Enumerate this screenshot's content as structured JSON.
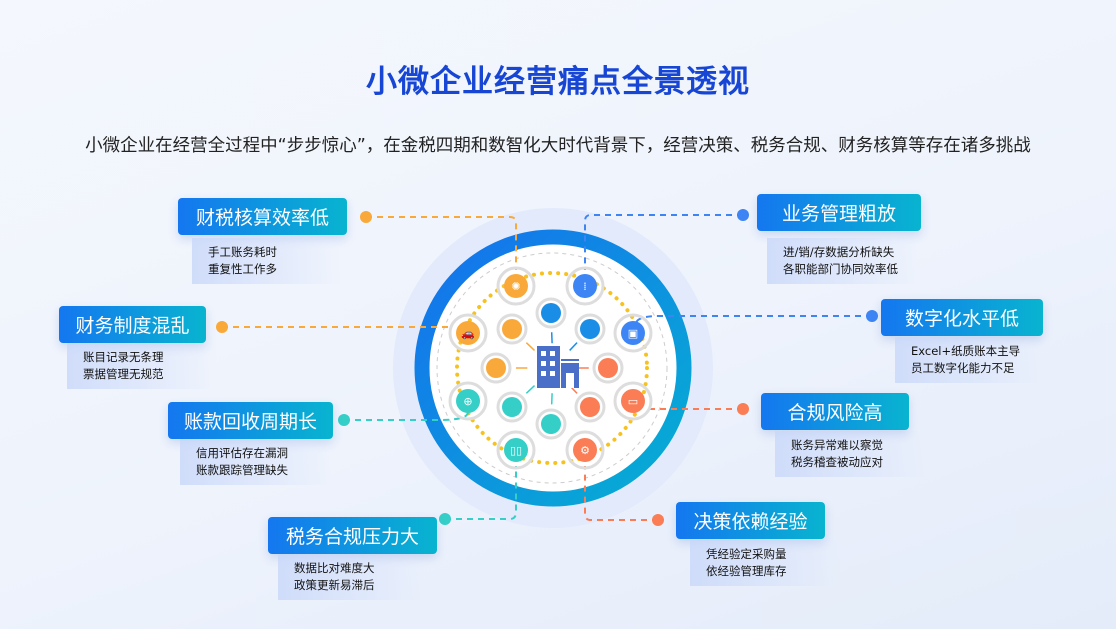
{
  "title": "小微企业经营痛点全景透视",
  "subtitle": "小微企业在经营全过程中“步步惊心”，在金税四期和数智化大时代背景下，经营决策、税务合规、财务核算等存在诸多挑战",
  "pain_points": [
    {
      "title": "财税核算效率低",
      "lines": [
        "手工账务耗时",
        "重复性工作多"
      ],
      "color": "#f9a93a",
      "icon": "lightbulb-icon"
    },
    {
      "title": "财务制度混乱",
      "lines": [
        "账目记录无条理",
        "票据管理无规范"
      ],
      "color": "#f9a93a",
      "icon": "car-icon"
    },
    {
      "title": "账款回收周期长",
      "lines": [
        "信用评估存在漏洞",
        "账款跟踪管理缺失"
      ],
      "color": "#35cfc8",
      "icon": "globe-icon"
    },
    {
      "title": "税务合规压力大",
      "lines": [
        "数据比对难度大",
        "政策更新易滞后"
      ],
      "color": "#35cfc8",
      "icon": "book-icon"
    },
    {
      "title": "业务管理粗放",
      "lines": [
        "进/销/存数据分析缺失",
        "各职能部门协同效率低"
      ],
      "color": "#3d85f5",
      "icon": "pills-icon"
    },
    {
      "title": "数字化水平低",
      "lines": [
        "Excel+纸质账本主导",
        "员工数字化能力不足"
      ],
      "color": "#3d85f5",
      "icon": "image-icon"
    },
    {
      "title": "合规风险高",
      "lines": [
        "账务异常难以察觉",
        "税务稽查被动应对"
      ],
      "color": "#fa7d55",
      "icon": "monitor-icon"
    },
    {
      "title": "决策依赖经验",
      "lines": [
        "凭经验定采购量",
        "依经验管理库存"
      ],
      "color": "#fa7d55",
      "icon": "chip-icon"
    }
  ]
}
